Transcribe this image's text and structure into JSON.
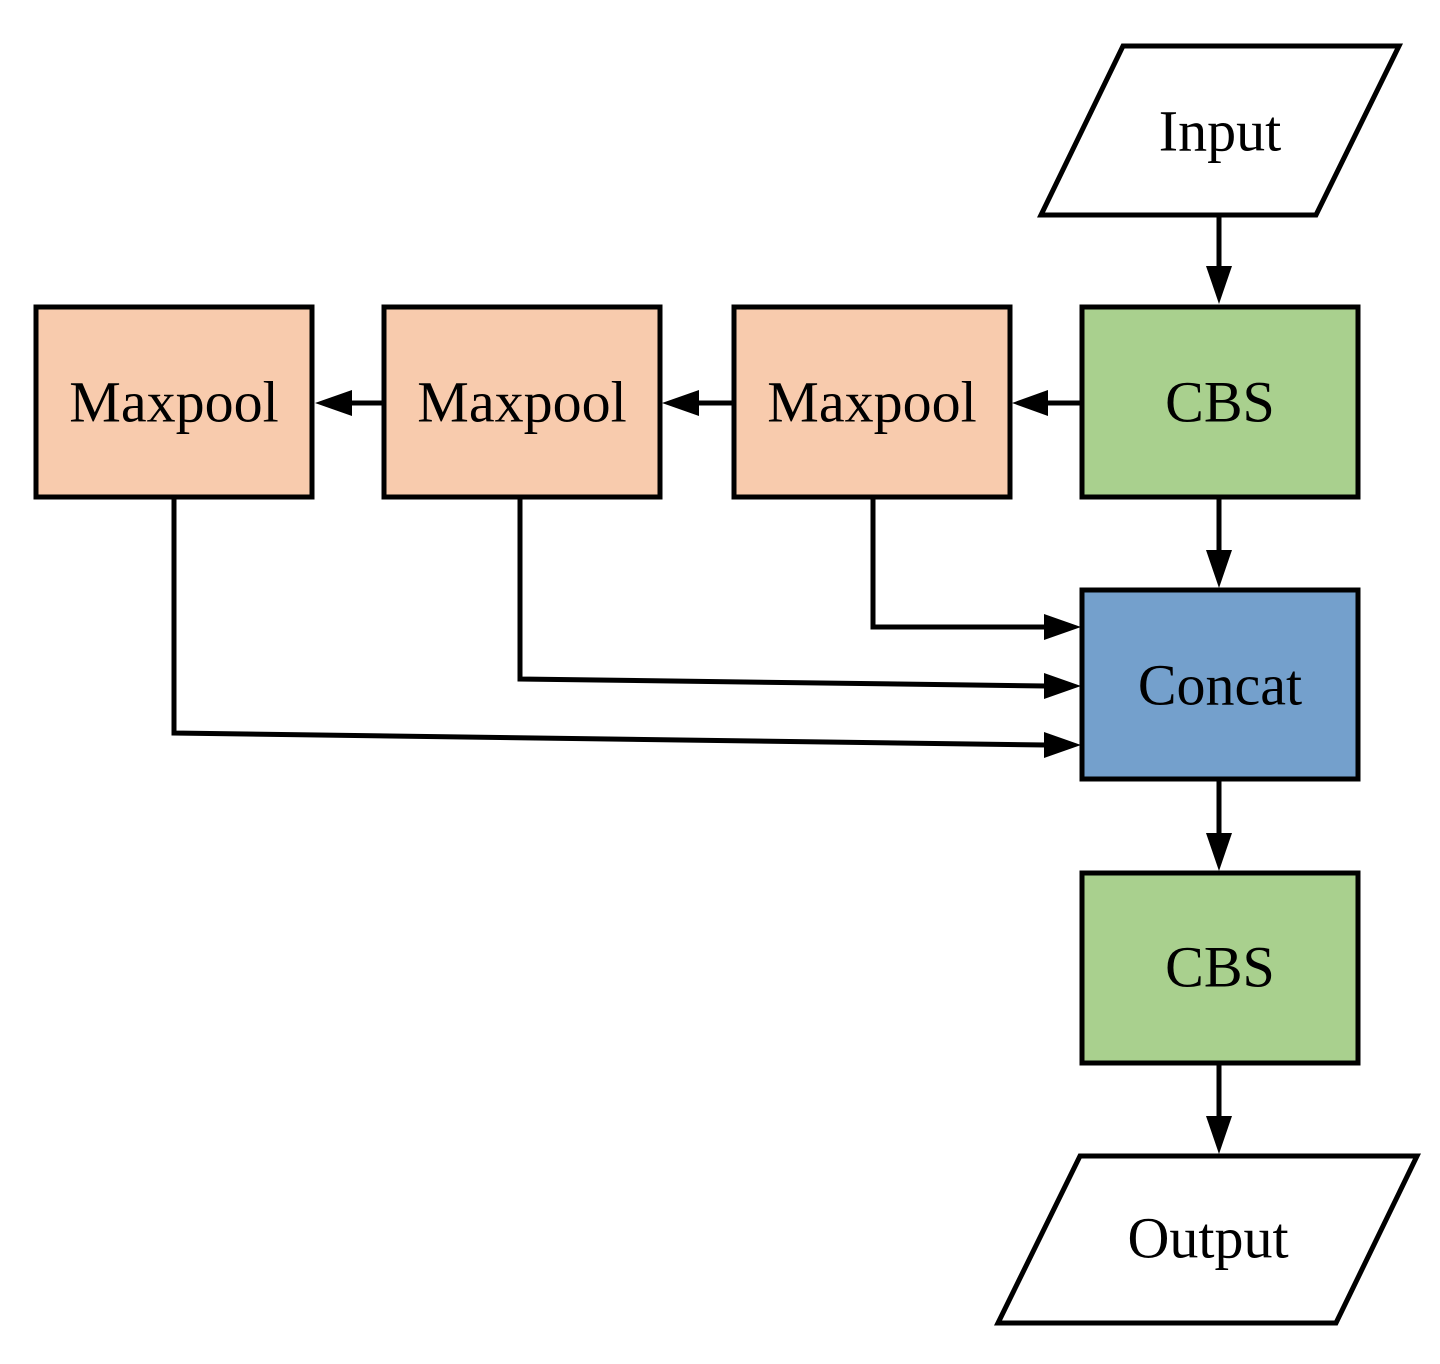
{
  "diagram": {
    "nodes": {
      "input": {
        "label": "Input",
        "fill": "#ffffff"
      },
      "cbs_top": {
        "label": "CBS",
        "fill": "#a9d08e"
      },
      "maxpool_1": {
        "label": "Maxpool",
        "fill": "#f8cbad"
      },
      "maxpool_2": {
        "label": "Maxpool",
        "fill": "#f8cbad"
      },
      "maxpool_3": {
        "label": "Maxpool",
        "fill": "#f8cbad"
      },
      "concat": {
        "label": "Concat",
        "fill": "#74a0cc"
      },
      "cbs_bottom": {
        "label": "CBS",
        "fill": "#a9d08e"
      },
      "output": {
        "label": "Output",
        "fill": "#ffffff"
      }
    },
    "edges": [
      {
        "from": "input",
        "to": "cbs_top"
      },
      {
        "from": "cbs_top",
        "to": "maxpool_1"
      },
      {
        "from": "maxpool_1",
        "to": "maxpool_2"
      },
      {
        "from": "maxpool_2",
        "to": "maxpool_3"
      },
      {
        "from": "cbs_top",
        "to": "concat"
      },
      {
        "from": "maxpool_1",
        "to": "concat"
      },
      {
        "from": "maxpool_2",
        "to": "concat"
      },
      {
        "from": "maxpool_3",
        "to": "concat"
      },
      {
        "from": "concat",
        "to": "cbs_bottom"
      },
      {
        "from": "cbs_bottom",
        "to": "output"
      }
    ]
  }
}
